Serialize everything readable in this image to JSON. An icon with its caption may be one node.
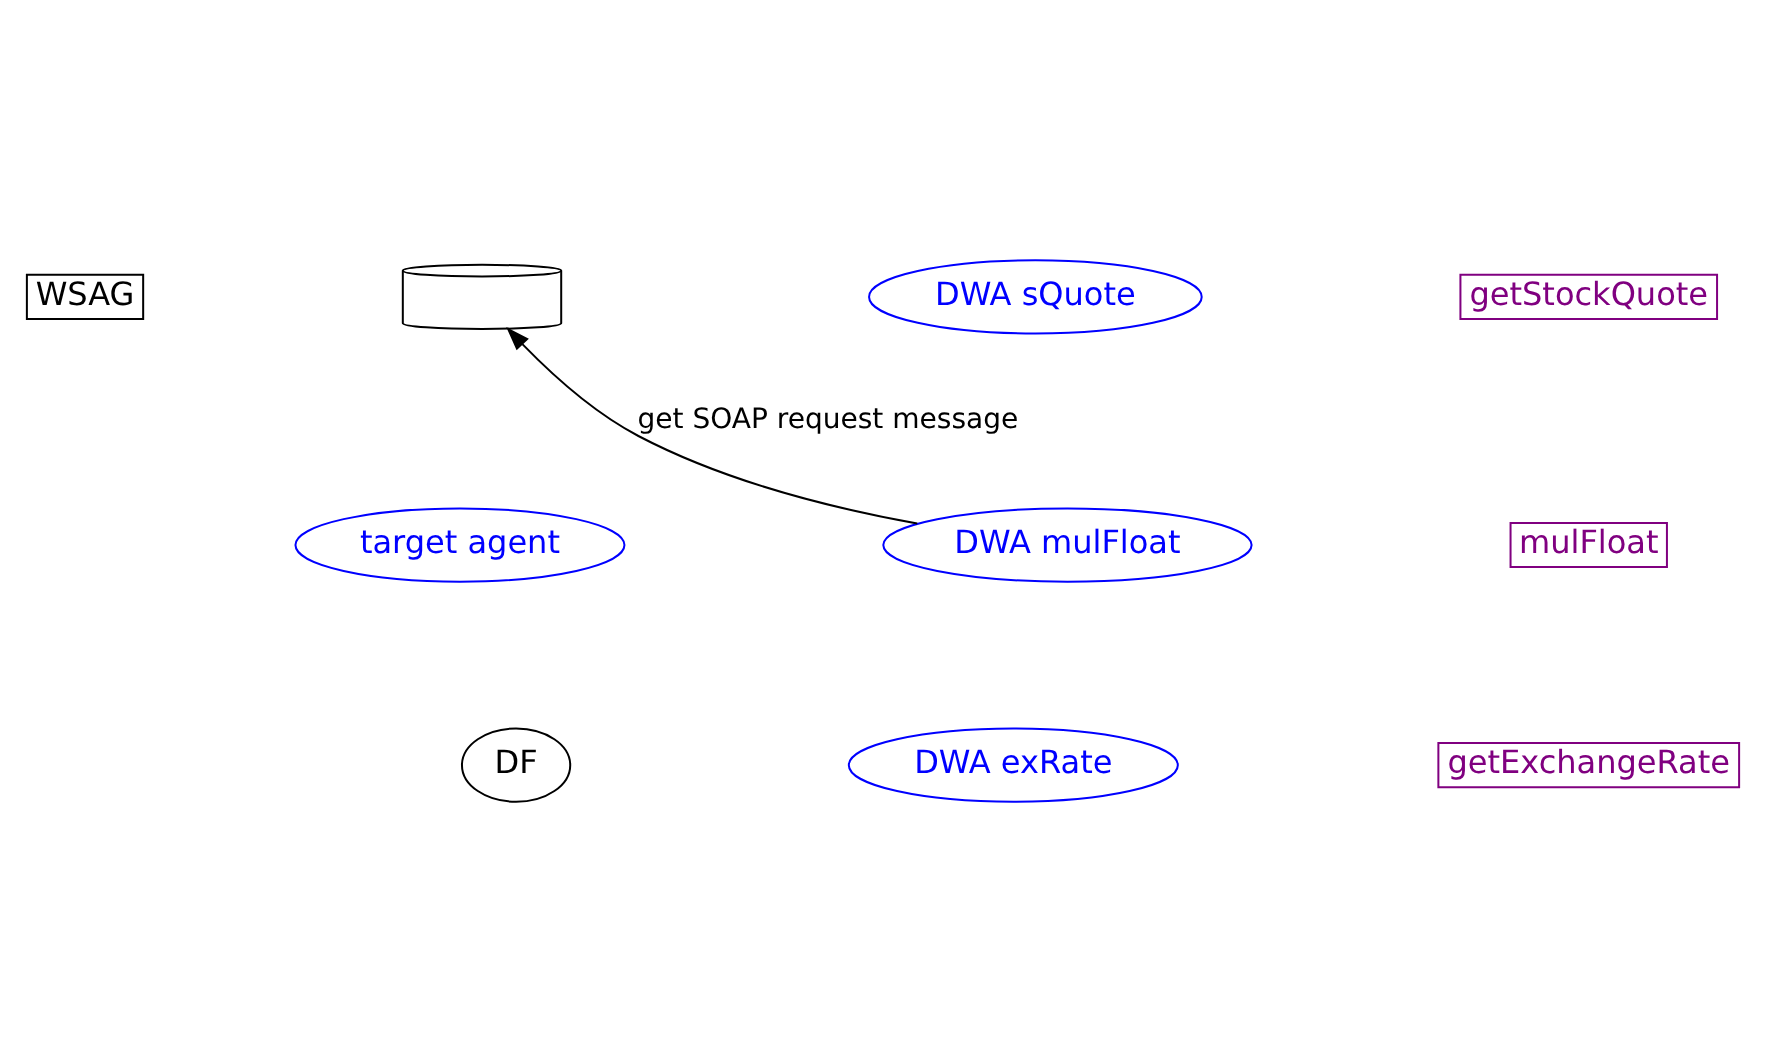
{
  "diagram": {
    "nodes": [
      {
        "text": [],
        "shape": "cylinder"
      },
      {
        "text": [
          "DWA sQuote"
        ]
      },
      {
        "text": [
          "getStockQuote"
        ]
      },
      {
        "text": [
          "WSAG"
        ]
      },
      {
        "text": [
          "target agent"
        ]
      },
      {
        "text": [
          "DWA mulFloat"
        ]
      },
      {
        "text": [
          "mulFloat"
        ]
      },
      {
        "text": [
          "DF"
        ]
      },
      {
        "text": [
          "DWA exRate"
        ]
      },
      {
        "text": [
          "getExchangeRate"
        ]
      }
    ],
    "edges": [
      {
        "from": 5,
        "to": 0,
        "arrow": "to",
        "label": "get SOAP request message"
      }
    ]
  }
}
